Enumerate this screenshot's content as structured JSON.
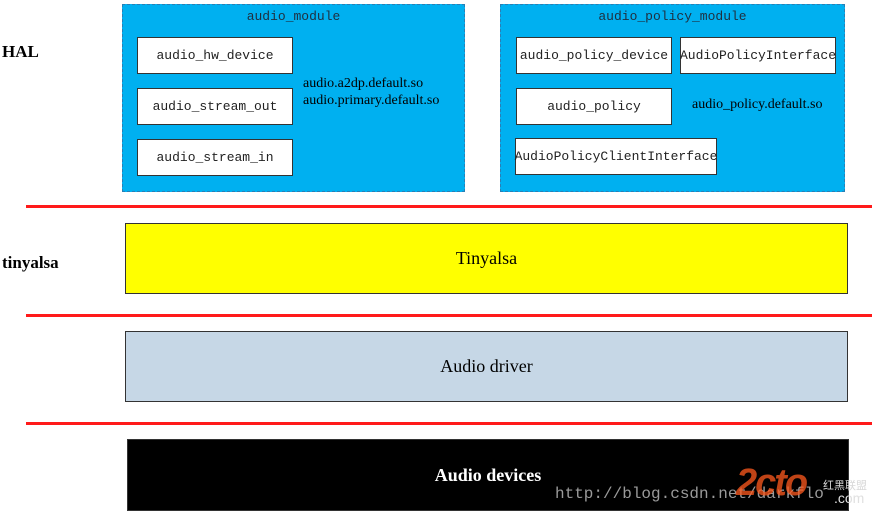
{
  "layers": {
    "hal": "HAL",
    "tinyalsa": "tinyalsa"
  },
  "audio_module": {
    "title": "audio_module",
    "boxes": [
      "audio_hw_device",
      "audio_stream_out",
      "audio_stream_in"
    ],
    "so_files": [
      "audio.a2dp.default.so",
      "audio.primary.default.so"
    ]
  },
  "audio_policy_module": {
    "title": "audio_policy_module",
    "boxes": [
      "audio_policy_device",
      "AudioPolicyInterface",
      "audio_policy",
      "AudioPolicyClientInterface"
    ],
    "so_file": "audio_policy.default.so"
  },
  "bands": {
    "tinyalsa": "Tinyalsa",
    "driver": "Audio driver",
    "devices": "Audio devices"
  },
  "watermark": {
    "url": "http://blog.csdn.net/darkflo",
    "logo": "2cto",
    "logo_sub": "红黑联盟",
    "logo_suffix": ".com"
  },
  "colors": {
    "module_fill": "#00b0f0",
    "divider": "#ff1a1a",
    "tinyalsa_fill": "#ffff00",
    "driver_fill": "#c6d7e6",
    "devices_fill": "#000000"
  }
}
